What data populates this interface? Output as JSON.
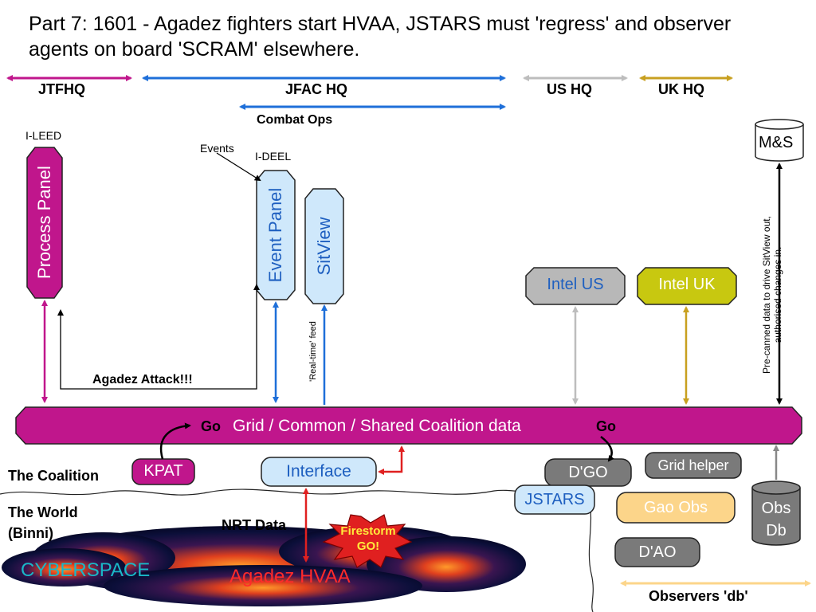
{
  "title": "Part 7: 1601 - Agadez fighters start HVAA, JSTARS must 'regress' and observer agents on board 'SCRAM' elsewhere.",
  "headquarters": {
    "jtfhq": "JTFHQ",
    "jfac_hq": "JFAC HQ",
    "us_hq": "US HQ",
    "uk_hq": "UK HQ",
    "combat_ops": "Combat Ops"
  },
  "labels": {
    "i_leed": "I-LEED",
    "events": "Events",
    "i_deel": "I-DEEL",
    "process_panel": "Process Panel",
    "event_panel": "Event Panel",
    "sitview": "SitView",
    "realtime_feed": "'Real-time' feed",
    "agadez_attack": "Agadez Attack!!!",
    "precanned_line1": "Pre-canned data to drive SitView out,",
    "precanned_line2": "authorised changes in.",
    "ms": "M&S",
    "intel_us": "Intel US",
    "intel_uk": "Intel UK",
    "go_left": "Go",
    "grid_bar": "Grid / Common / Shared Coalition data",
    "go_right": "Go",
    "kpat": "KPAT",
    "interface": "Interface",
    "dgo": "D'GO",
    "grid_helper": "Grid helper",
    "jstars": "JSTARS",
    "gao_obs": "Gao Obs",
    "obs_db_line1": "Obs",
    "obs_db_line2": "Db",
    "dao": "D'AO",
    "the_coalition": "The Coalition",
    "the_world_line1": "The World",
    "the_world_line2": "(Binni)",
    "nrt_data": "NRT Data",
    "firestorm_line1": "Firestorm",
    "firestorm_line2": "GO!",
    "cyberspace": "CYBERSPACE",
    "agadez_hvaa": "Agadez HVAA",
    "observers_db": "Observers 'db'"
  },
  "colors": {
    "magenta": "#c0168c",
    "light_blue": "#cfe8fb",
    "blue_arrow": "#1e6fd9",
    "grey_arrow": "#bdbdbd",
    "gold": "#c8a020",
    "olive": "#c8c810",
    "dark_grey": "#7a7a7a",
    "gao_orange": "#fcd58a",
    "red": "#e02020"
  }
}
